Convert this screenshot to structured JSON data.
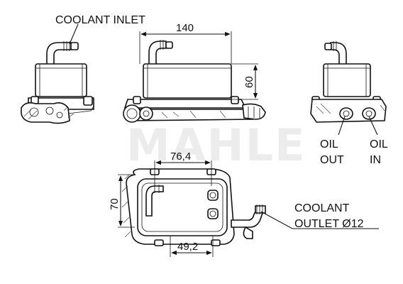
{
  "labels": {
    "coolant_inlet": "COOLANT INLET",
    "coolant_outlet_line1": "COOLANT",
    "coolant_outlet_line2": "OUTLET Ø12",
    "oil_out_line1": "OIL",
    "oil_out_line2": "OUT",
    "oil_in_line1": "OIL",
    "oil_in_line2": "IN"
  },
  "dimensions": {
    "width_140": "140",
    "height_60": "60",
    "spacing_76_4": "76,4",
    "height_70": "70",
    "spacing_49_2": "49,2"
  },
  "watermark": "MAHLE"
}
